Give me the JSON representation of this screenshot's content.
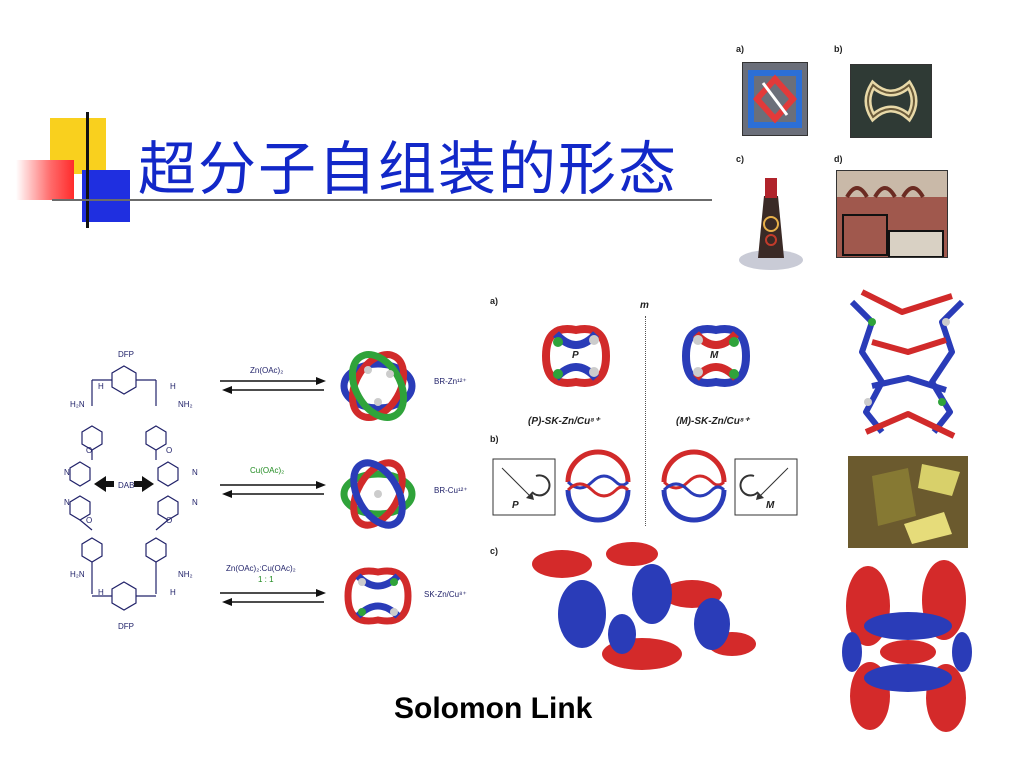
{
  "slide": {
    "title": "超分子自组装的形态",
    "caption": "Solomon Link"
  },
  "scheme": {
    "dfp_top": "DFP",
    "dfp_bottom": "DFP",
    "dab": "DAB",
    "h2n": "H₂N",
    "nh2": "NH₂",
    "n": "N",
    "o": "O",
    "h": "H",
    "arrows": [
      {
        "reagent": "Zn(OAc)₂",
        "ratio": "",
        "product": "BR-Zn¹²⁺"
      },
      {
        "reagent": "Cu(OAc)₂",
        "ratio": "",
        "product": "BR-Cu¹²⁺"
      },
      {
        "reagent": "Zn(OAc)₂:Cu(OAc)₂",
        "ratio": "1 : 1",
        "product": "SK-Zn/Cu⁸⁺"
      }
    ]
  },
  "panel_right": {
    "label_a": "a)",
    "label_b": "b)",
    "label_c": "c)",
    "mirror": "m",
    "p_letter": "P",
    "m_letter": "M",
    "p_caption": "(P)-SK-Zn/Cu⁸⁺",
    "m_caption": "(M)-SK-Zn/Cu⁸⁺"
  },
  "panel_top_right": {
    "a": "a)",
    "b": "b)",
    "c": "c)",
    "d": "d)"
  },
  "colors": {
    "title": "#1228c8",
    "red_strand": "#d12a2a",
    "blue_strand": "#2a3cb8",
    "green_strand": "#2fa33a",
    "chem_ink": "#22236a"
  }
}
